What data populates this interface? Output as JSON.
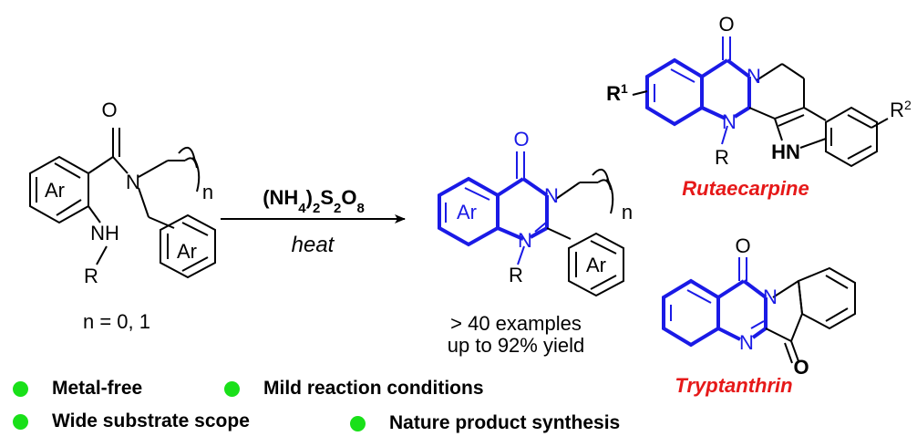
{
  "colors": {
    "core": "#1a1ae6",
    "name": "#e61919",
    "bullet": "#19e019",
    "ink": "#000000"
  },
  "reactant": {
    "label_o": "O",
    "label_n": "N",
    "label_ar1": "Ar",
    "label_ar2": "Ar",
    "label_nh": "NH",
    "label_r": "R",
    "label_n_sub": "n",
    "note": "n = 0, 1"
  },
  "conditions": {
    "reagent": {
      "p1": "(NH",
      "s1": "4",
      "p2": ")",
      "s2": "2",
      "p3": "S",
      "s3": "2",
      "p4": "O",
      "s4": "8"
    },
    "heat": "heat"
  },
  "product": {
    "label_o": "O",
    "label_n1": "N",
    "label_n2": "N",
    "label_ar1": "Ar",
    "label_ar2": "Ar",
    "label_r": "R",
    "label_n_sub": "n",
    "note_line1": "> 40 examples",
    "note_line2": "up to 92% yield"
  },
  "rutaecarpine": {
    "name": "Rutaecarpine",
    "label_o": "O",
    "label_n1": "N",
    "label_n2": "N",
    "label_r": "R",
    "label_r1": "R",
    "label_r1_sup": "1",
    "label_r2": "R",
    "label_r2_sup": "2",
    "label_hn": "HN"
  },
  "tryptanthrin": {
    "name": "Tryptanthrin",
    "label_o1": "O",
    "label_o2": "O",
    "label_n1": "N",
    "label_n2": "N"
  },
  "bullets": [
    "Metal-free",
    "Mild reaction conditions",
    "Wide substrate scope",
    "Nature product synthesis"
  ]
}
